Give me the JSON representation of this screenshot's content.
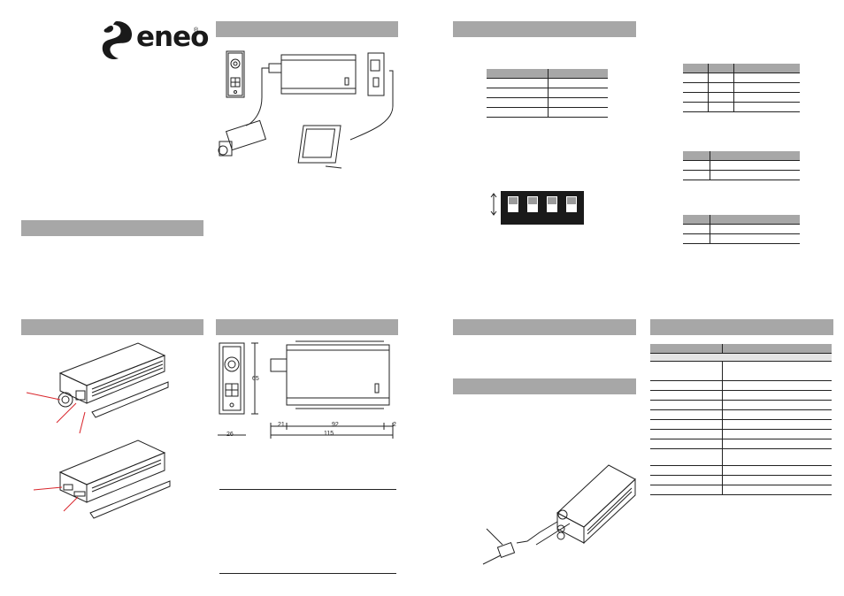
{
  "brand": {
    "name": "eneo",
    "registered": "®"
  },
  "dimensions": {
    "height": "65",
    "side_width": "26",
    "d1": "21",
    "d2": "92",
    "d3": "2",
    "total": "115"
  },
  "colors": {
    "section_bar": "#a7a7a7",
    "callout": "#d9262c",
    "line": "#222222"
  }
}
